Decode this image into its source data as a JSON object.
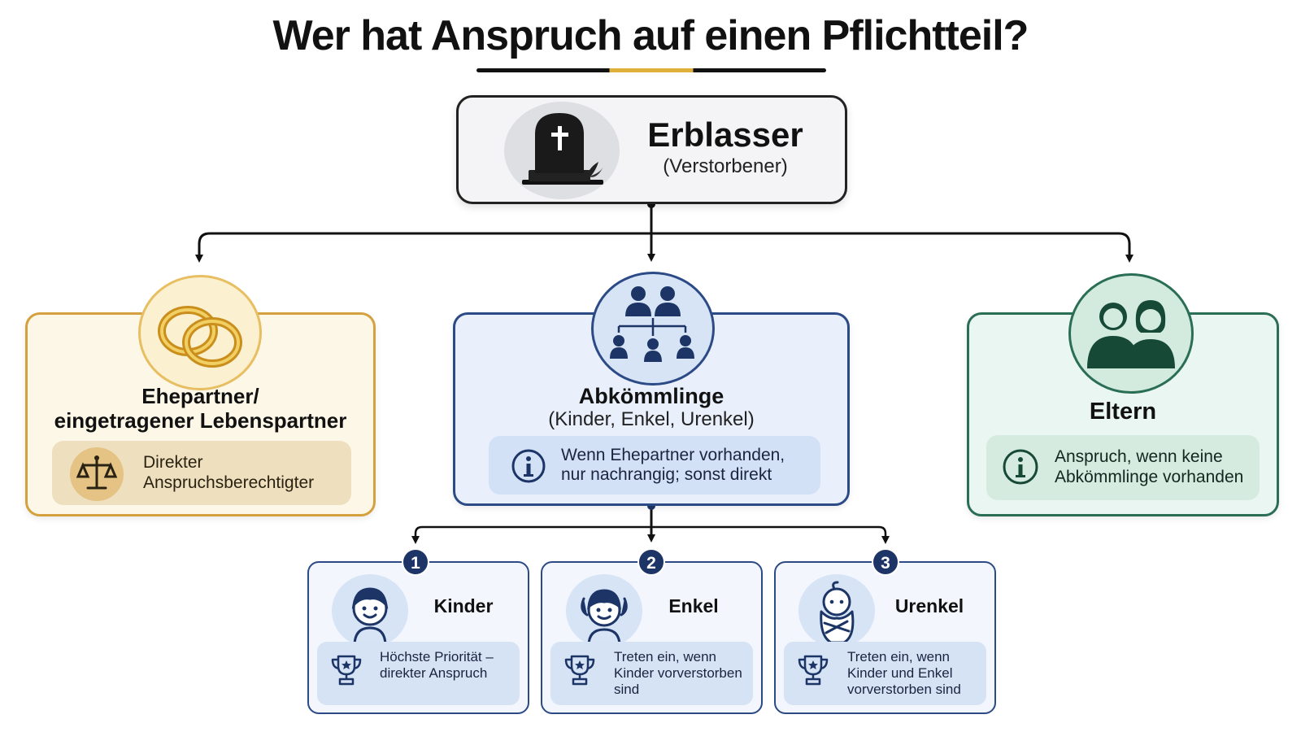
{
  "title": "Wer hat Anspruch auf einen Pflichtteil?",
  "colors": {
    "accent": "#e0b13a",
    "spouse": "#d4a13e",
    "descendants": "#2b4a86",
    "parents": "#2a6e55"
  },
  "root": {
    "name": "Erblasser",
    "subtitle": "(Verstorbener)",
    "icon": "gravestone-icon"
  },
  "spouse": {
    "title_line1": "Ehepartner/",
    "title_line2": "eingetragener Lebenspartner",
    "icon": "wedding-rings-icon",
    "info_icon": "scales-icon",
    "info_line1": "Direkter",
    "info_line2": "Anspruchsberechtigter"
  },
  "descendants": {
    "title": "Abkömmlinge",
    "subtitle": "(Kinder, Enkel, Urenkel)",
    "icon": "family-tree-icon",
    "info_icon": "info-icon",
    "info_line1": "Wenn Ehepartner vorhanden,",
    "info_line2": "nur nachrangig; sonst direkt"
  },
  "parents": {
    "title": "Eltern",
    "icon": "parents-icon",
    "info_icon": "info-icon",
    "info_line1": "Anspruch, wenn keine",
    "info_line2": "Abkömmlinge vorhanden"
  },
  "levels": [
    {
      "number": "1",
      "title": "Kinder",
      "icon": "child-icon",
      "lines": [
        "Höchste Priorität –",
        "direkter Anspruch"
      ]
    },
    {
      "number": "2",
      "title": "Enkel",
      "icon": "grandchild-icon",
      "lines": [
        "Treten ein, wenn",
        "Kinder vorverstorben",
        "sind"
      ]
    },
    {
      "number": "3",
      "title": "Urenkel",
      "icon": "baby-icon",
      "lines": [
        "Treten ein, wenn",
        "Kinder und Enkel",
        "vorverstorben sind"
      ]
    }
  ]
}
